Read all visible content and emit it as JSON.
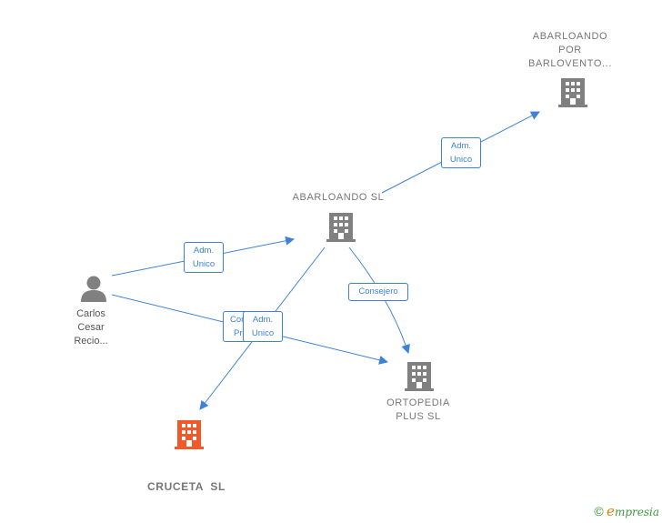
{
  "nodes": {
    "abarloando_por": {
      "label_lines": [
        "ABARLOANDO",
        "POR",
        "BARLOVENTO..."
      ]
    },
    "abarloando_sl": {
      "label": "ABARLOANDO SL"
    },
    "carlos": {
      "label_lines": [
        "Carlos",
        "Cesar",
        "Recio..."
      ]
    },
    "ortopedia": {
      "label_lines": [
        "ORTOPEDIA",
        "PLUS SL"
      ]
    },
    "cruceta": {
      "label": "CRUCETA  SL"
    }
  },
  "edges": {
    "carlos_abarloando": {
      "lines": [
        "Adm.",
        "Unico"
      ]
    },
    "abarloando_abarloando_por": {
      "lines": [
        "Adm.",
        "Unico"
      ]
    },
    "abarloando_ortopedia": {
      "lines": [
        "Consejero"
      ]
    },
    "carlos_ortopedia_back": {
      "lines": [
        "Con",
        "Pr"
      ]
    },
    "abarloando_cruceta": {
      "lines": [
        "Adm.",
        "Unico"
      ]
    }
  },
  "colors": {
    "edge": "#3d82d6",
    "building": "#808080",
    "focus_building": "#f0592a",
    "person": "#808080"
  },
  "icons": {
    "company": "building-icon",
    "person": "person-icon"
  },
  "footer": {
    "copyright": "©",
    "brand_e": "e",
    "brand_rest": "mpresia"
  }
}
